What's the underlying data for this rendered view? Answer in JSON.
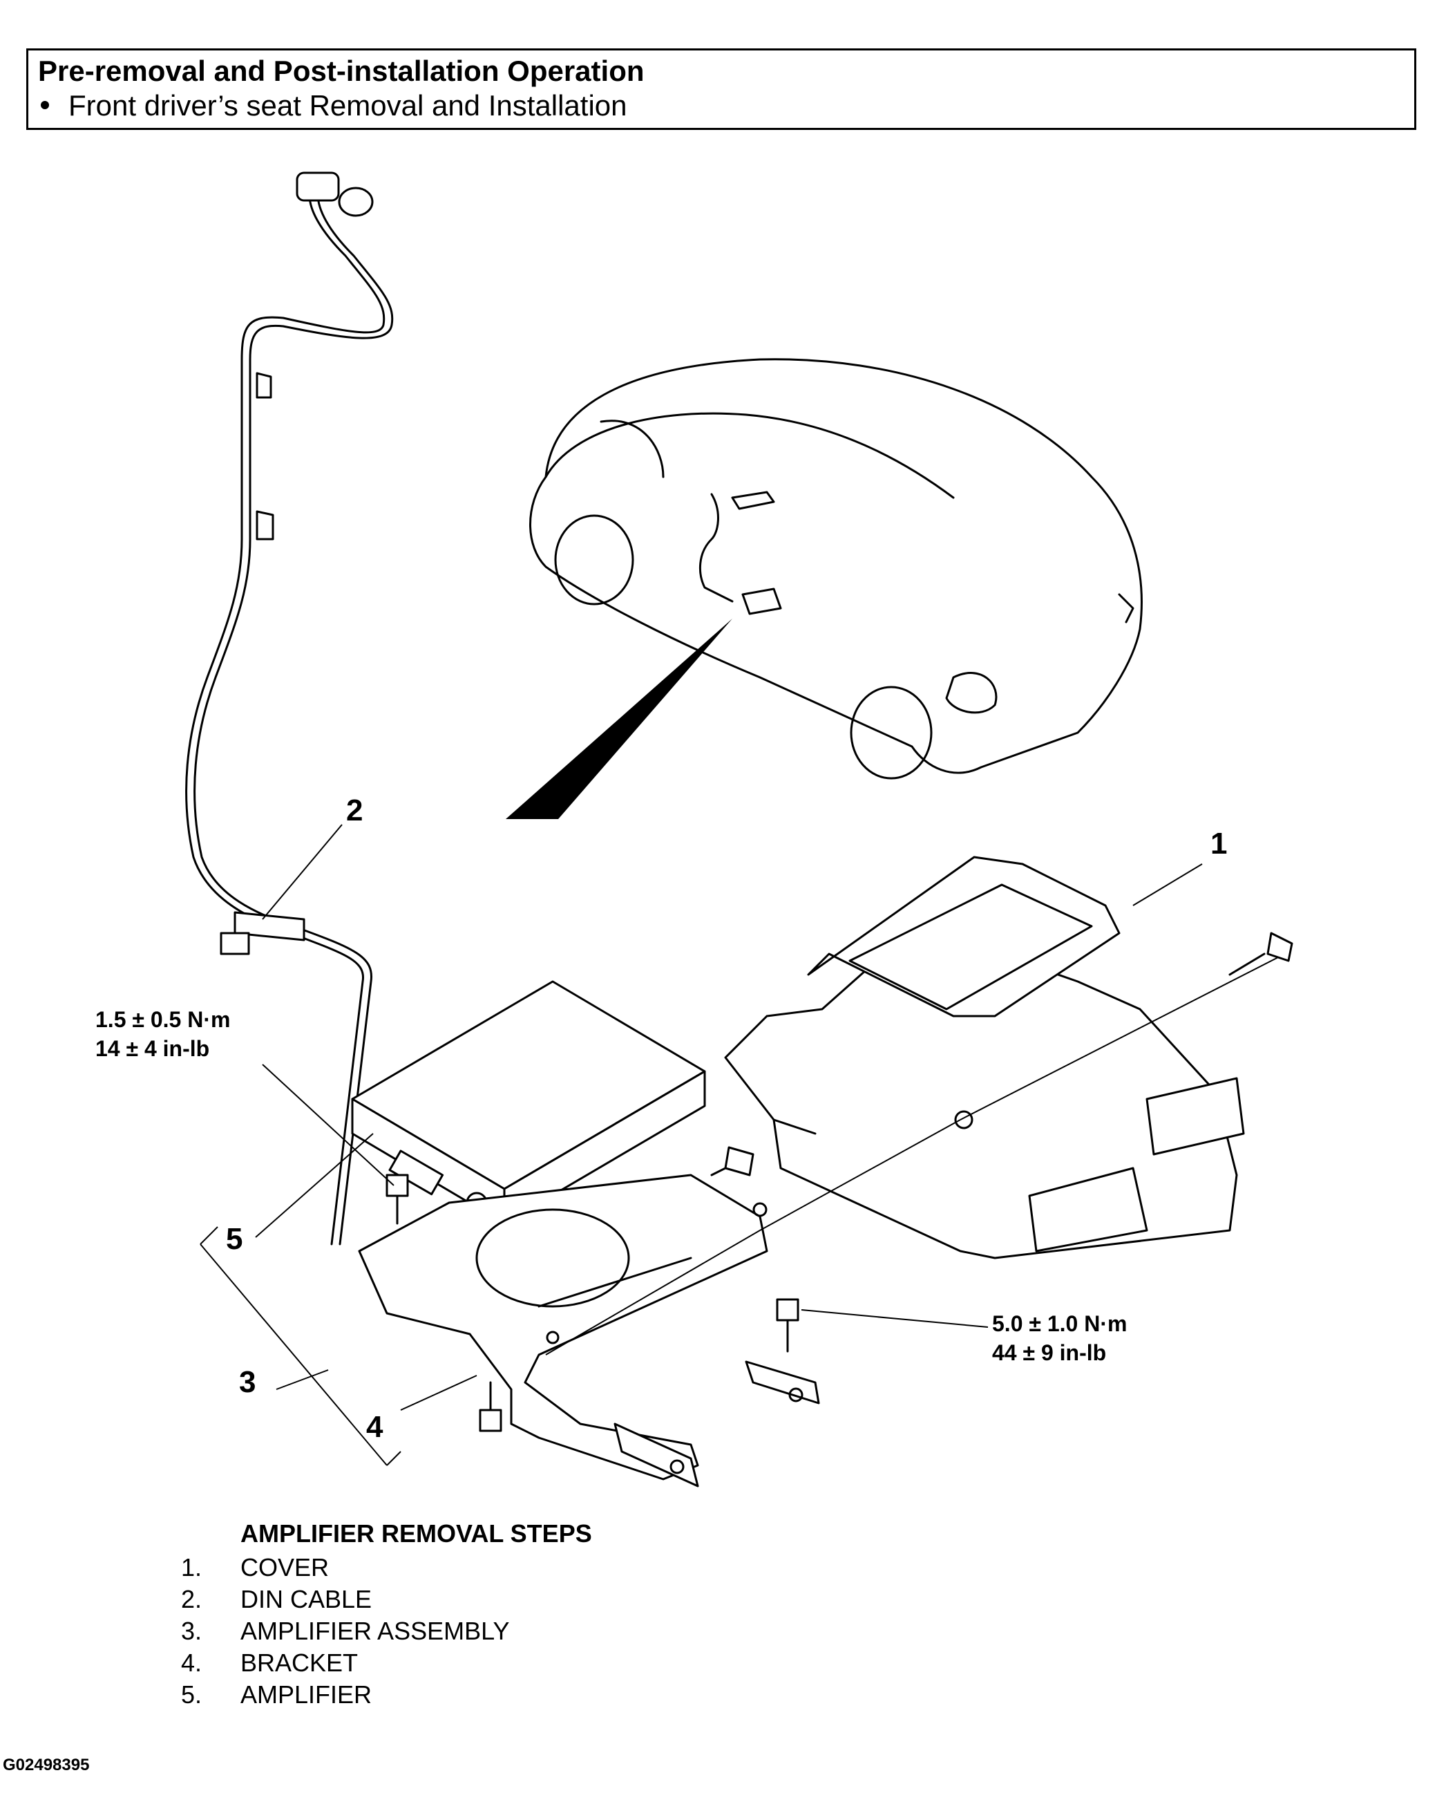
{
  "header": {
    "title": "Pre-removal and Post-installation Operation",
    "bullet": "Front driver’s seat Removal and Installation"
  },
  "callouts": {
    "c1": "1",
    "c2": "2",
    "c3": "3",
    "c4": "4",
    "c5": "5"
  },
  "torque": {
    "amp_screw_nm": "1.5 ± 0.5 N·m",
    "amp_screw_inlb": "14 ± 4 in-lb",
    "bracket_bolt_nm": "5.0 ± 1.0 N·m",
    "bracket_bolt_inlb": "44 ± 9 in-lb"
  },
  "steps": {
    "title": "AMPLIFIER REMOVAL STEPS",
    "items": [
      {
        "num": "1.",
        "label": "COVER"
      },
      {
        "num": "2.",
        "label": "DIN CABLE"
      },
      {
        "num": "3.",
        "label": "AMPLIFIER ASSEMBLY"
      },
      {
        "num": "4.",
        "label": "BRACKET"
      },
      {
        "num": "5.",
        "label": "AMPLIFIER"
      }
    ]
  },
  "figure_id": "G02498395"
}
